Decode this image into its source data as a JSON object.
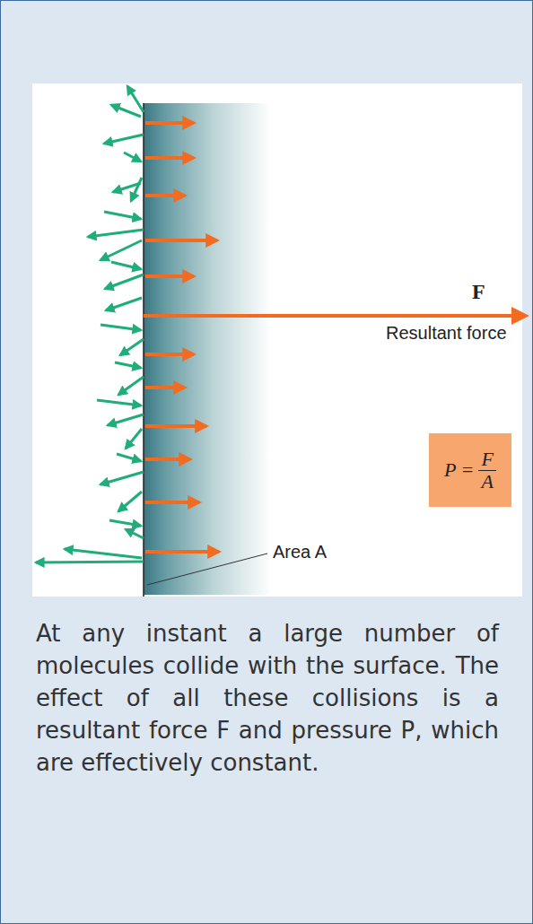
{
  "diagram": {
    "caption": "At any instant a large number of molecules collide with the surface. The effect of all these collisions is a resultant force F and pressure P, which are effectively constant.",
    "nodes": [
      {
        "text": [
          "P =",
          "F",
          "A"
        ]
      }
    ],
    "labels": [
      "F",
      "Resultant force",
      "Area A"
    ]
  }
}
